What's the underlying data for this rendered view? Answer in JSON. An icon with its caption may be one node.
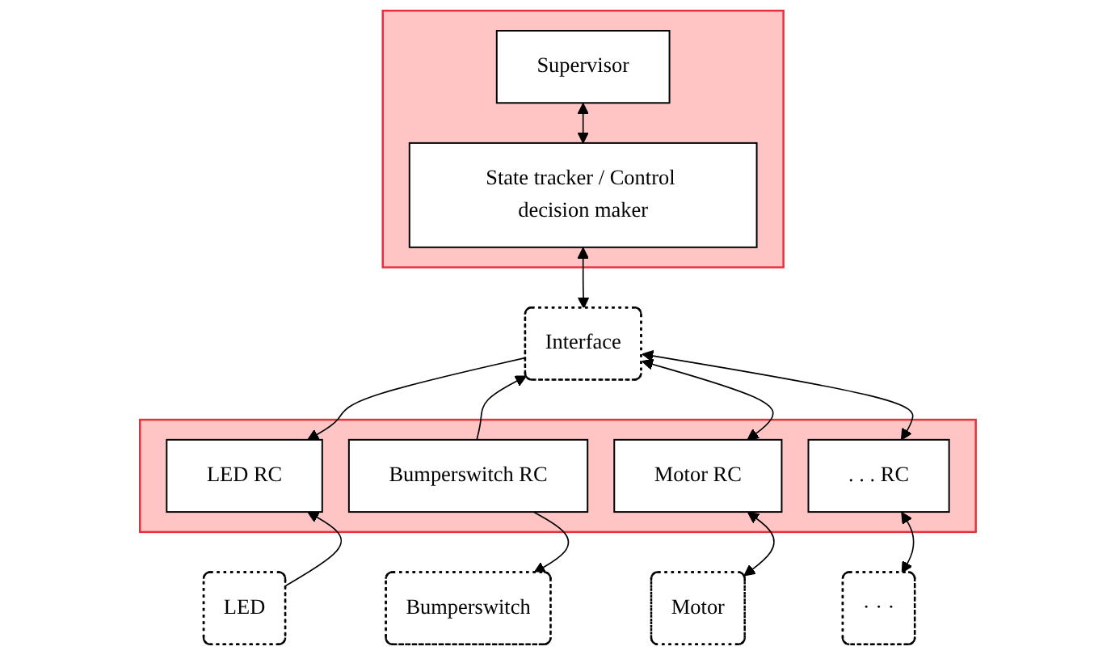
{
  "diagram": {
    "nodes": [
      {
        "text": [],
        "shape": "box"
      },
      {
        "text": [
          "Supervisor"
        ],
        "in": 0
      },
      {
        "text": [
          "State tracker / Control decision maker"
        ],
        "in": 0
      },
      {
        "text": [
          "Interface"
        ]
      },
      {
        "text": [],
        "shape": "box"
      },
      {
        "text": [
          "LED RC"
        ],
        "in": 4
      },
      {
        "text": [
          "Bumperswitch RC"
        ],
        "in": 4
      },
      {
        "text": [
          "Motor RC"
        ],
        "in": 4
      },
      {
        "text": [
          ". . . RC"
        ],
        "in": 4
      },
      {
        "text": [
          "LED"
        ]
      },
      {
        "text": [
          "Bumperswitch"
        ]
      },
      {
        "text": [
          "Motor"
        ]
      },
      {
        "text": [
          "· · ·"
        ]
      }
    ],
    "edges": [
      {
        "from": 1,
        "to": 2,
        "arrow": "both"
      },
      {
        "from": 2,
        "to": 3,
        "arrow": "both"
      },
      {
        "from": 3,
        "to": 5,
        "arrow": "to"
      },
      {
        "from": 6,
        "to": 3,
        "arrow": "to"
      },
      {
        "from": 3,
        "to": 7,
        "arrow": "both"
      },
      {
        "from": 3,
        "to": 8,
        "arrow": "both"
      },
      {
        "from": 9,
        "to": 5,
        "arrow": "to"
      },
      {
        "from": 6,
        "to": 10,
        "arrow": "to"
      },
      {
        "from": 7,
        "to": 11,
        "arrow": "both"
      },
      {
        "from": 8,
        "to": 12,
        "arrow": "both"
      }
    ]
  }
}
